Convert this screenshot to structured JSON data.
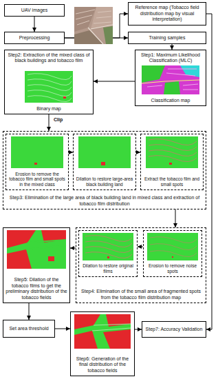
{
  "diagram": {
    "nodes": [
      {
        "text": [
          "UAV images"
        ]
      },
      {
        "text": [
          "Preprocessing"
        ]
      },
      {
        "text": [
          "Reference map (Tobacco field distribution map by visual interpretation)"
        ]
      },
      {
        "text": [
          "Training samples"
        ]
      },
      {
        "text": [
          "Step1: Maximum Likelihood Classification (MLC)",
          "Classification map"
        ]
      },
      {
        "text": [
          "Step2: Extraction of the mixed class of black buildings and tobacco film",
          "Binary map"
        ]
      },
      {
        "text": [
          "Step3: Elimination of the large area of black building land in mixed class and extraction of tobacco film distribution"
        ]
      },
      {
        "text": [
          "Erosion to remove the tobacco film and small spots in the mixed class"
        ],
        "in": 6
      },
      {
        "text": [
          "Dilation to restore large-area black building land"
        ],
        "in": 6
      },
      {
        "text": [
          "Extract the tobacco film and small spots"
        ],
        "in": 6
      },
      {
        "text": [
          "Step4: Elimination of the small area of fragmented spots from the tobacco film distribution map"
        ]
      },
      {
        "text": [
          "Dilation to restore original films"
        ],
        "in": 10
      },
      {
        "text": [
          "Erosion to remove noise spots"
        ],
        "in": 10
      },
      {
        "text": [
          "Step5: Dilation of the tobacco films to get the preliminary distribution of the tobacco fields"
        ]
      },
      {
        "text": [
          "Set area threshold"
        ]
      },
      {
        "text": [
          "Step6: Generation of the final distribution of the tobacco fields"
        ]
      },
      {
        "text": [
          "Step7: Accuracy Validation"
        ]
      }
    ],
    "edges": [
      {
        "from": 0,
        "to": 1,
        "arrow": "to"
      },
      {
        "from": 1,
        "to": 2,
        "arrow": "to"
      },
      {
        "from": 1,
        "to": 3,
        "arrow": "to"
      },
      {
        "from": 3,
        "to": 4,
        "arrow": "to"
      },
      {
        "from": 4,
        "to": 5,
        "arrow": "to"
      },
      {
        "from": 2,
        "to": 16,
        "arrow": "to"
      },
      {
        "from": 5,
        "to": 6,
        "label": "Clip",
        "arrow": "to"
      },
      {
        "from": 7,
        "to": 8,
        "arrow": "to"
      },
      {
        "from": 8,
        "to": 9,
        "arrow": "to"
      },
      {
        "from": 6,
        "to": 10,
        "arrow": "to"
      },
      {
        "from": 12,
        "to": 11,
        "arrow": "to"
      },
      {
        "from": 10,
        "to": 13,
        "arrow": "to"
      },
      {
        "from": 13,
        "to": 14,
        "arrow": "to"
      },
      {
        "from": 14,
        "to": 15,
        "arrow": "to"
      },
      {
        "from": 15,
        "to": 16,
        "arrow": "to"
      }
    ]
  }
}
